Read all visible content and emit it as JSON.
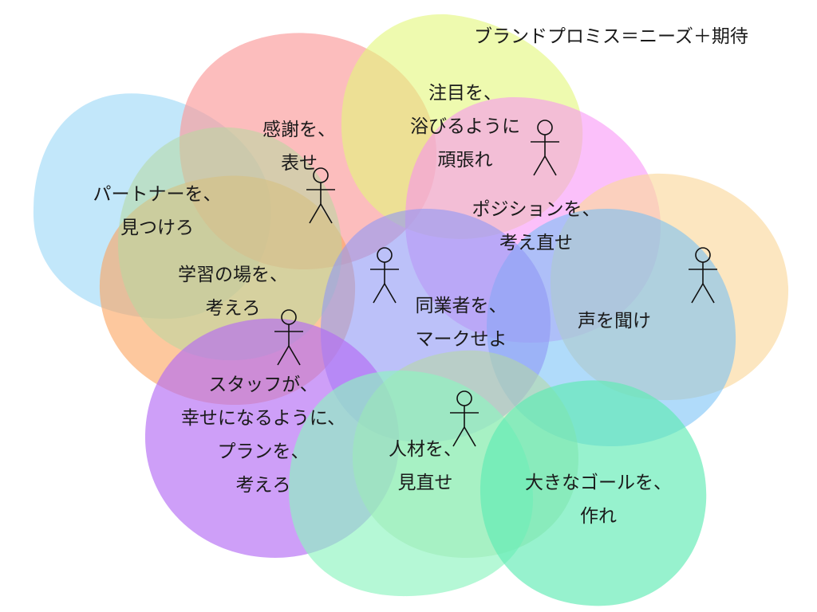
{
  "title": "ブランドプロミス＝ニーズ＋期待",
  "colors": {
    "pink": "#fb9a9a",
    "yellow": "#e3f77a",
    "blue": "#8fd3f5",
    "orange": "#fca35e",
    "magenta": "#f88cf6",
    "peach": "#fbd89e",
    "periwinkle": "#8f97f5",
    "purple": "#b46cf4",
    "mint": "#8ef5c0",
    "seafoam": "#60ebb3",
    "skyblue": "#6fbef5",
    "sage": "#b7d8a0",
    "outline": "#111111"
  },
  "bubbles": [
    {
      "name": "gratitude",
      "lines": [
        "感謝を、",
        "表せ"
      ]
    },
    {
      "name": "attention",
      "lines": [
        "注目を、",
        "浴びるように",
        "頑張れ"
      ]
    },
    {
      "name": "partner",
      "lines": [
        "パートナーを、",
        "見つけろ"
      ]
    },
    {
      "name": "position",
      "lines": [
        "ポジションを、",
        "考え直せ"
      ]
    },
    {
      "name": "learning",
      "lines": [
        "学習の場を、",
        "考えろ"
      ]
    },
    {
      "name": "competitor",
      "lines": [
        "同業者を、",
        "マークせよ"
      ]
    },
    {
      "name": "voice",
      "lines": [
        "声を聞け"
      ]
    },
    {
      "name": "staff",
      "lines": [
        "スタッフが、",
        "幸せになるように、",
        "プランを、",
        "考えろ"
      ]
    },
    {
      "name": "talent",
      "lines": [
        "人材を、",
        "見直せ"
      ]
    },
    {
      "name": "goal",
      "lines": [
        "大きなゴールを、",
        "作れ"
      ]
    }
  ],
  "icons": [
    "stick-figure-icon",
    "stick-figure-icon",
    "stick-figure-icon",
    "stick-figure-icon",
    "stick-figure-icon",
    "stick-figure-icon"
  ]
}
